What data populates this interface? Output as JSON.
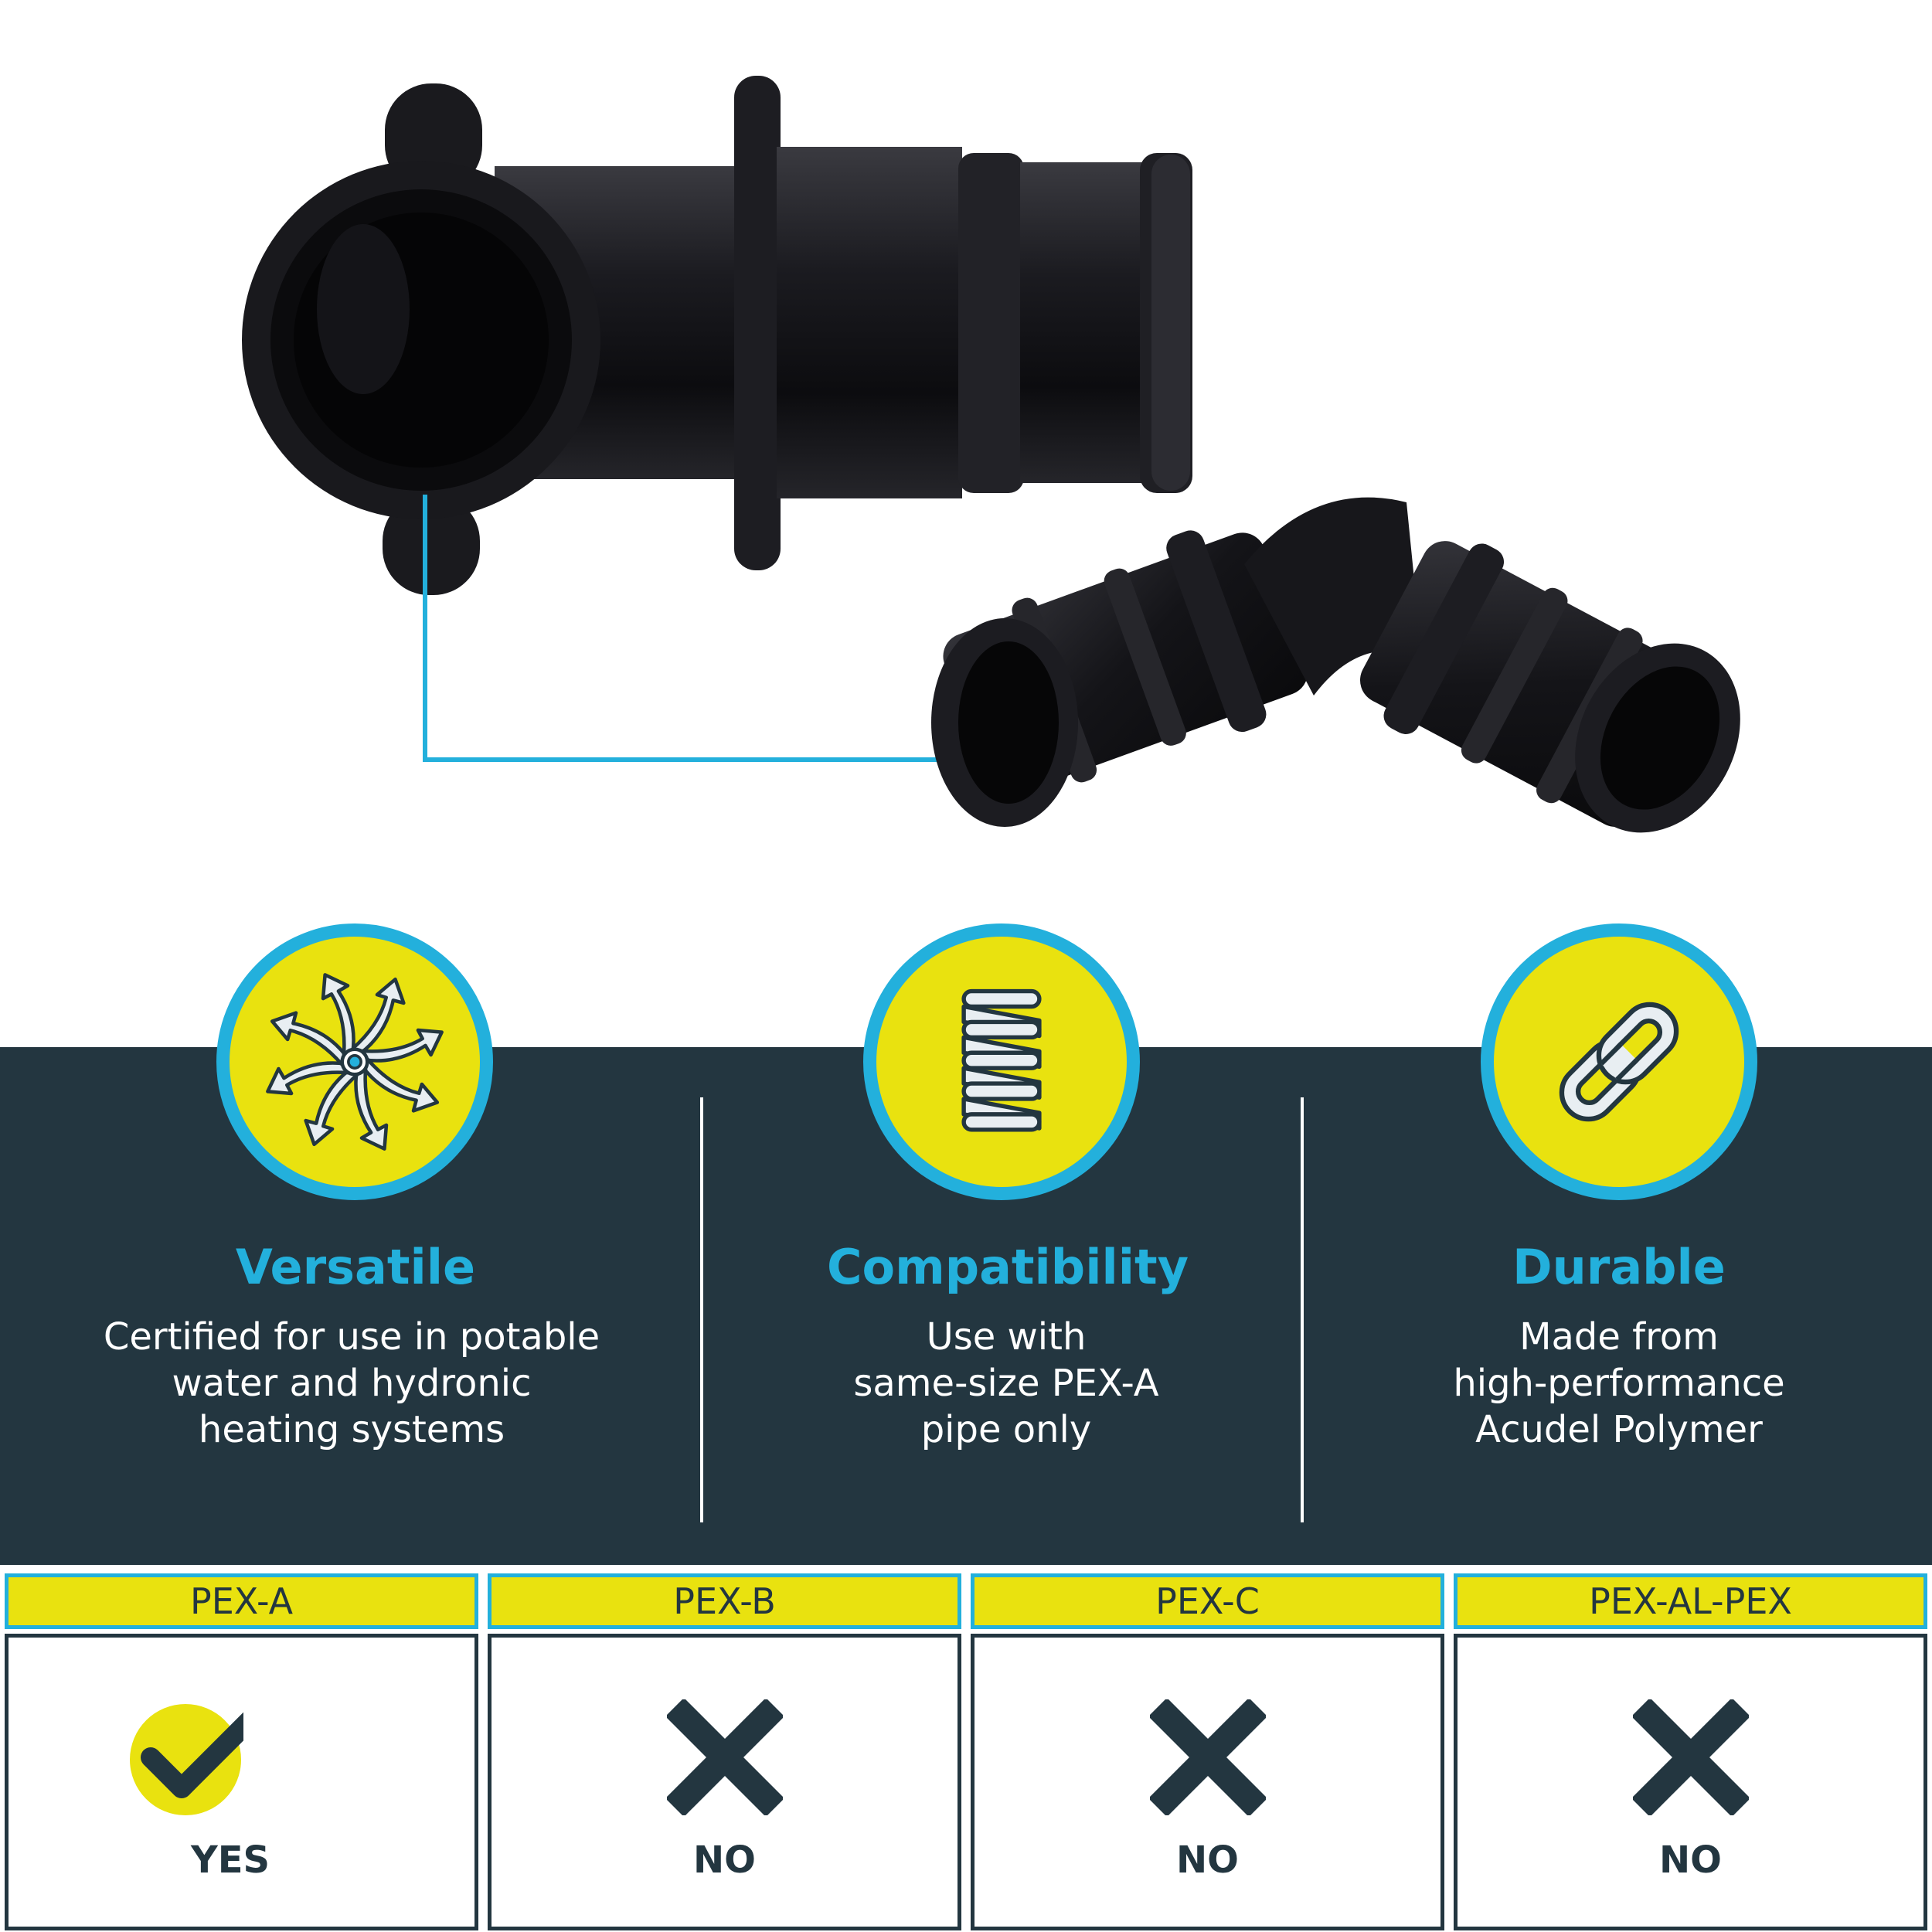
{
  "features": [
    {
      "icon": "burst-arrows-icon",
      "title": "Versatile",
      "description": "Certified for use in potable\nwater and hydronic\nheating systems"
    },
    {
      "icon": "spring-coil-icon",
      "title": "Compatibility",
      "description": "Use with\nsame-size PEX-A\npipe only"
    },
    {
      "icon": "chain-link-icon",
      "title": "Durable",
      "description": "Made from\nhigh-performance\nAcudel Polymer"
    }
  ],
  "compatibility": [
    {
      "label": "PEX-A",
      "result": "YES",
      "compatible": true
    },
    {
      "label": "PEX-B",
      "result": "NO",
      "compatible": false
    },
    {
      "label": "PEX-C",
      "result": "NO",
      "compatible": false
    },
    {
      "label": "PEX-AL-PEX",
      "result": "NO",
      "compatible": false
    }
  ],
  "colors": {
    "accent_blue": "#23b0dc",
    "accent_yellow": "#e9e20f",
    "dark_slate": "#233640",
    "fitting_black": "#111114"
  }
}
